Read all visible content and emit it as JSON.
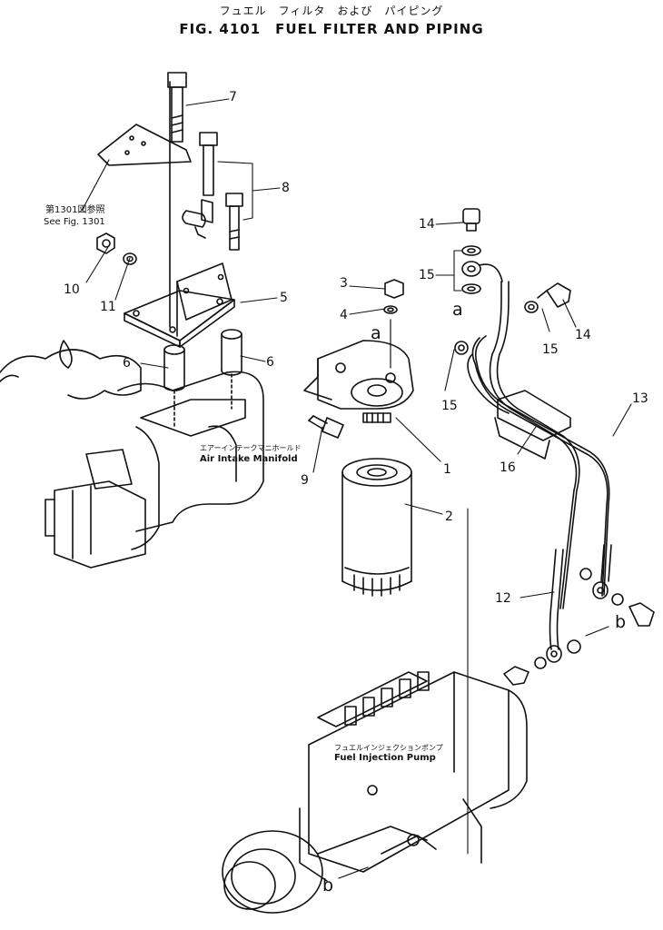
{
  "header": {
    "title_jp": "フュエル　フィルタ　および　パイピング",
    "title": "FIG. 4101　FUEL FILTER AND PIPING"
  },
  "callouts": {
    "c1": "1",
    "c2": "2",
    "c3": "3",
    "c4": "4",
    "c5": "5",
    "c6a": "6",
    "c6b": "6",
    "c7": "7",
    "c8": "8",
    "c9": "9",
    "c10": "10",
    "c11": "11",
    "c12": "12",
    "c13": "13",
    "c14a": "14",
    "c14b": "14",
    "c15a": "15",
    "c15b": "15",
    "c15c": "15",
    "c16": "16"
  },
  "references": {
    "ref_jp": "第1301図参照",
    "ref_en": "See Fig. 1301"
  },
  "components": {
    "manifold_jp": "エアーインテークマニホールド",
    "manifold_en": "Air Intake Manifold",
    "pump_jp": "フュエルインジェクションポンプ",
    "pump_en": "Fuel Injection Pump"
  },
  "connection_marks": {
    "a_top": "a",
    "a_filter": "a",
    "b_right": "b",
    "b_bottom": "b"
  }
}
